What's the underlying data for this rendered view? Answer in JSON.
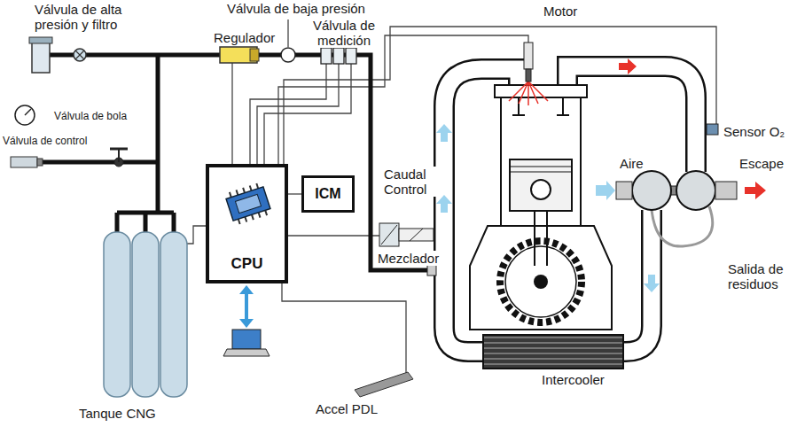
{
  "diagram": {
    "nodes": [
      {
        "text": [
          "CPU"
        ]
      },
      {
        "text": [
          "ICM"
        ]
      }
    ],
    "edges": [
      {
        "from": 0,
        "to": 1,
        "arrow": "none"
      }
    ],
    "labels": [
      "Válvula de alta presión y filtro",
      "Válvula de baja presión",
      "Motor",
      "Regulador",
      "Válvula de medición",
      "Válvula de bola",
      "Válvula de control",
      "Caudal Control",
      "Sensor O₂",
      "Aire",
      "Escape",
      "Mezclador",
      "Salida de residuos",
      "Intercooler",
      "Accel PDL",
      "Tanque CNG"
    ]
  }
}
